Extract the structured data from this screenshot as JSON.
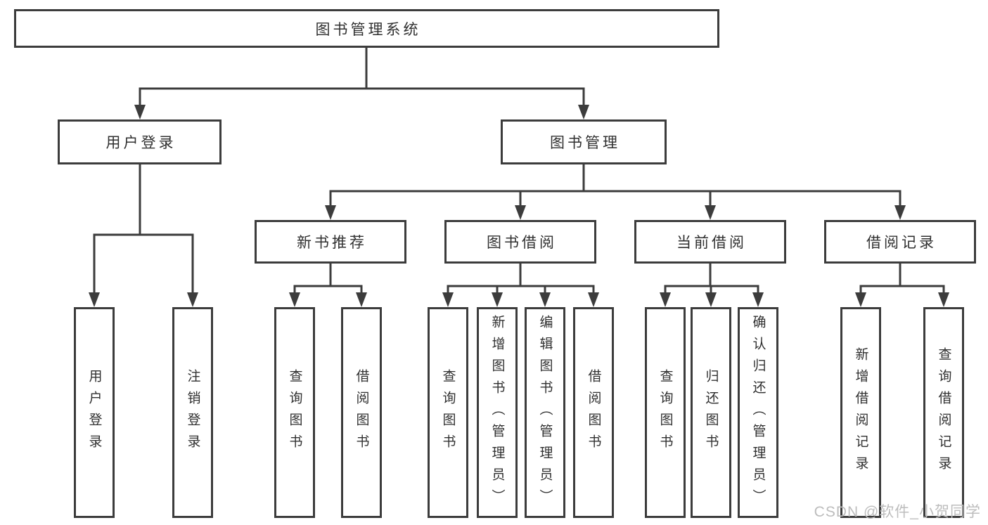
{
  "tree": {
    "root": "图书管理系统",
    "branches": [
      {
        "label": "用户登录",
        "children": [
          "用户登录",
          "注销登录"
        ]
      },
      {
        "label": "图书管理",
        "groups": [
          {
            "label": "新书推荐",
            "children": [
              "查询图书",
              "借阅图书"
            ]
          },
          {
            "label": "图书借阅",
            "children": [
              "查询图书",
              "新增图书（管理员）",
              "编辑图书（管理员）",
              "借阅图书"
            ]
          },
          {
            "label": "当前借阅",
            "children": [
              "查询图书",
              "归还图书",
              "确认归还（管理员）"
            ]
          },
          {
            "label": "借阅记录",
            "children": [
              "新增借阅记录",
              "查询借阅记录"
            ]
          }
        ]
      }
    ]
  },
  "watermark": {
    "text": "CSDN @软件_小贺同学"
  },
  "colors": {
    "line": "#3c3c3c",
    "text": "#303030",
    "background": "#ffffff",
    "watermark": "#bdbdbd"
  }
}
